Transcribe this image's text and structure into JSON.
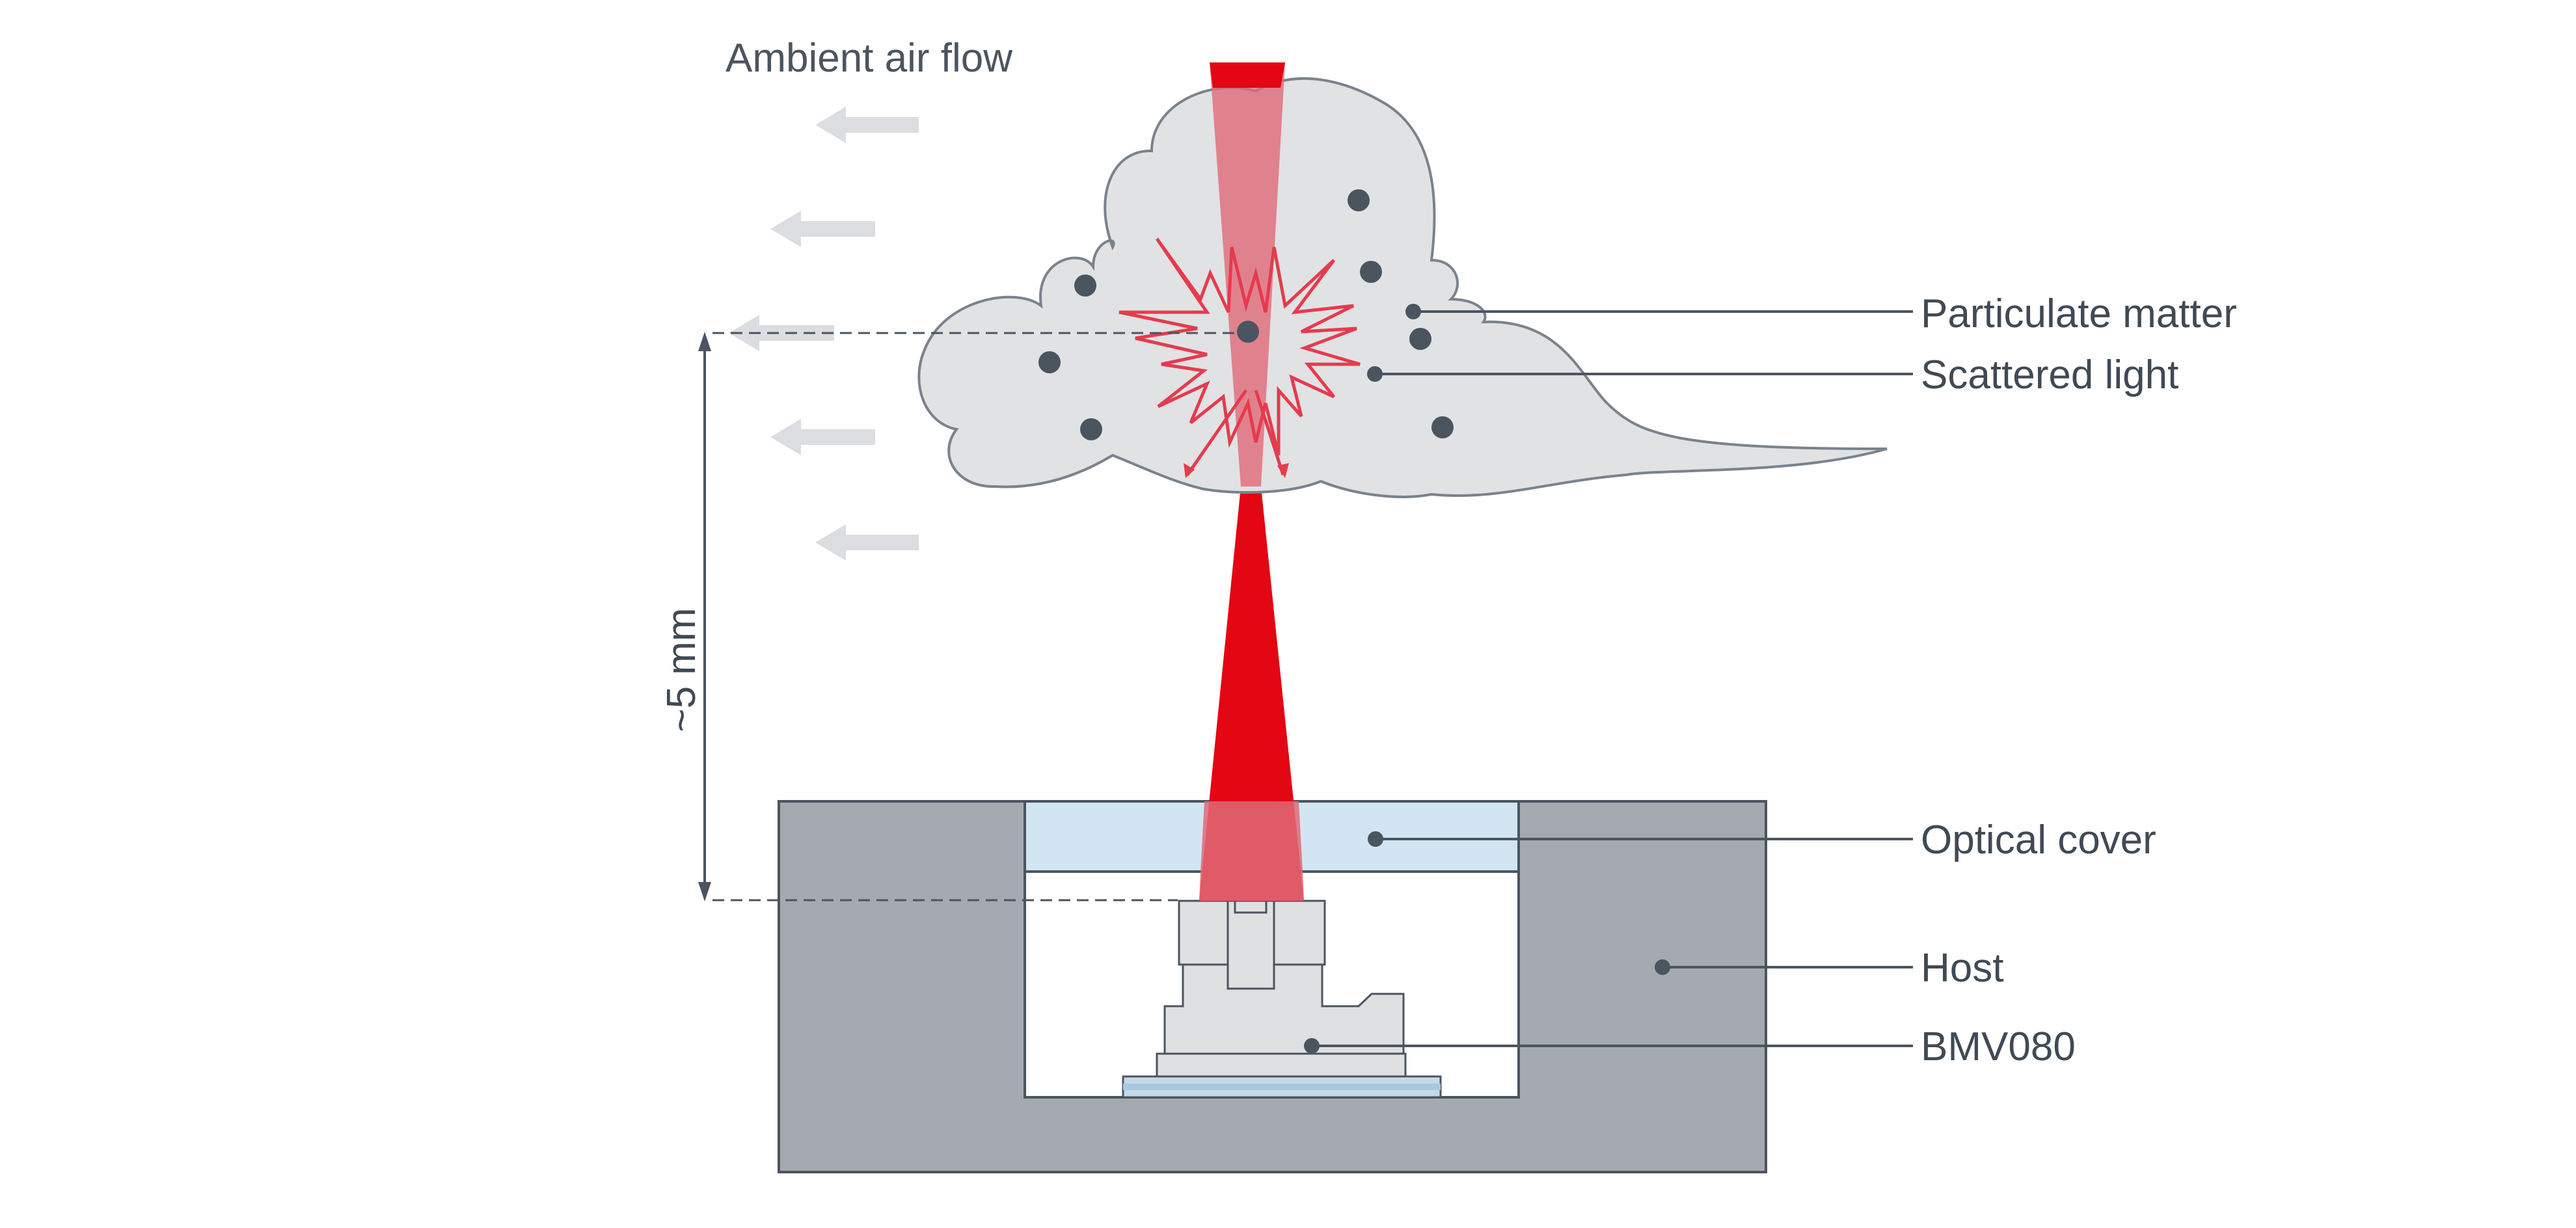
{
  "title": "Ambient air flow",
  "dimension_label": "~5 mm",
  "labels": {
    "particulate_matter": "Particulate matter",
    "scattered_light": "Scattered light",
    "optical_cover": "Optical cover",
    "host": "Host",
    "bmv080": "BMV080"
  },
  "colors": {
    "laser": "#e30613",
    "laser_transparent": "#e06a78",
    "cloud_fill": "#e1e2e4",
    "cloud_stroke": "#7a838c",
    "host_fill": "#a5aab0",
    "optical_cover_fill": "#d1e6f2",
    "sensor_fill": "#dfe0e2",
    "text": "#3f4a55",
    "scatter_star": "#e53b4d"
  },
  "icons": {
    "air_flow": "arrow-left-icon"
  }
}
